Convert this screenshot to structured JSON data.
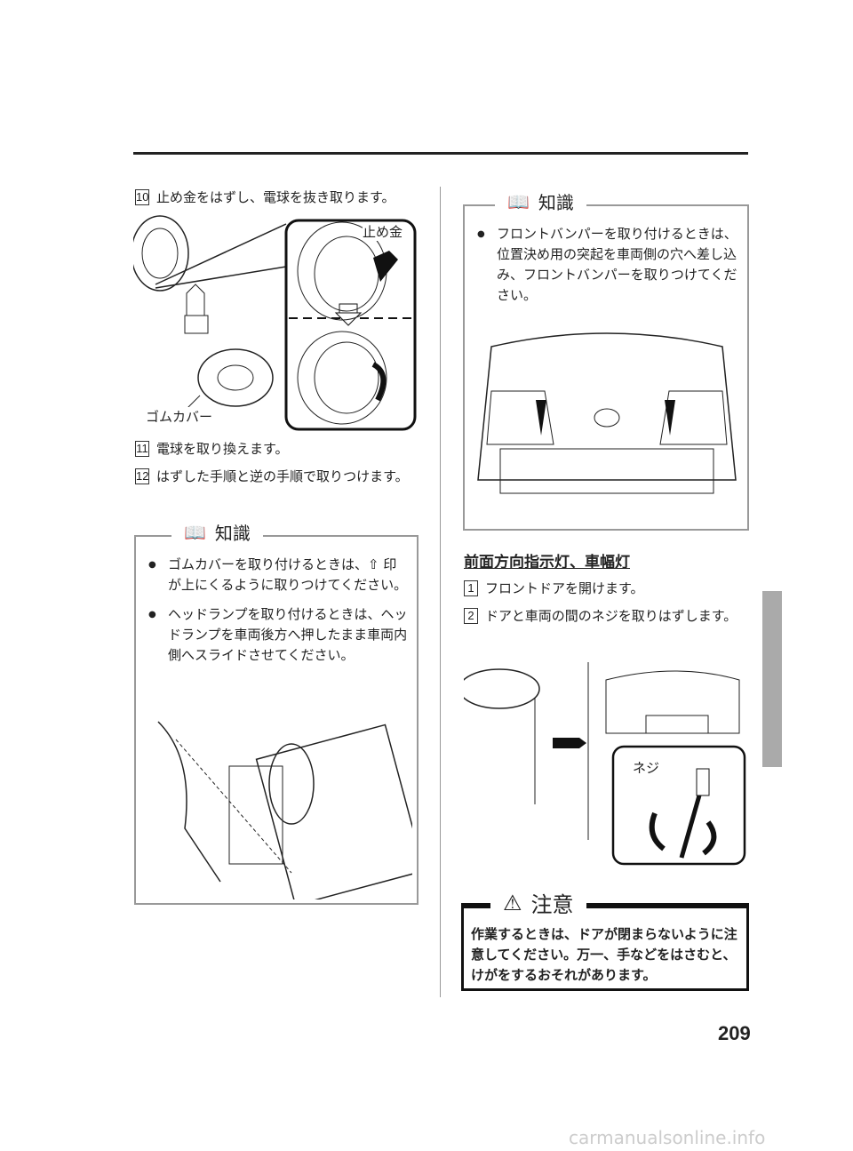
{
  "page_number": "209",
  "left": {
    "step10": {
      "num": "10",
      "text": "止め金をはずし、電球を抜き取ります。"
    },
    "fig1": {
      "label_clip": "止め金",
      "label_cover": "ゴムカバー"
    },
    "step11": {
      "num": "11",
      "text": "電球を取り換えます。"
    },
    "step12": {
      "num": "12",
      "text": "はずした手順と逆の手順で取りつけます。"
    },
    "knowledge": {
      "title": "知識",
      "items": [
        "ゴムカバーを取り付けるときは、⇧ 印が上にくるように取りつけてください。",
        "ヘッドランプを取り付けるときは、ヘッドランプを車両後方へ押したまま車両内側へスライドさせてください。"
      ]
    }
  },
  "right": {
    "knowledge": {
      "title": "知識",
      "items": [
        "フロントバンパーを取り付けるときは、位置決め用の突起を車両側の穴へ差し込み、フロントバンパーを取りつけてください。"
      ]
    },
    "heading": "前面方向指示灯、車幅灯",
    "step1": {
      "num": "1",
      "text": "フロントドアを開けます。"
    },
    "step2": {
      "num": "2",
      "text": "ドアと車両の間のネジを取りはずします。"
    },
    "fig": {
      "label_screw": "ネジ"
    },
    "caution": {
      "title": "注意",
      "text": "作業するときは、ドアが閉まらないように注意してください。万一、手などをはさむと、けがをするおそれがあります。"
    }
  },
  "watermark": "carmanualsonline.info"
}
